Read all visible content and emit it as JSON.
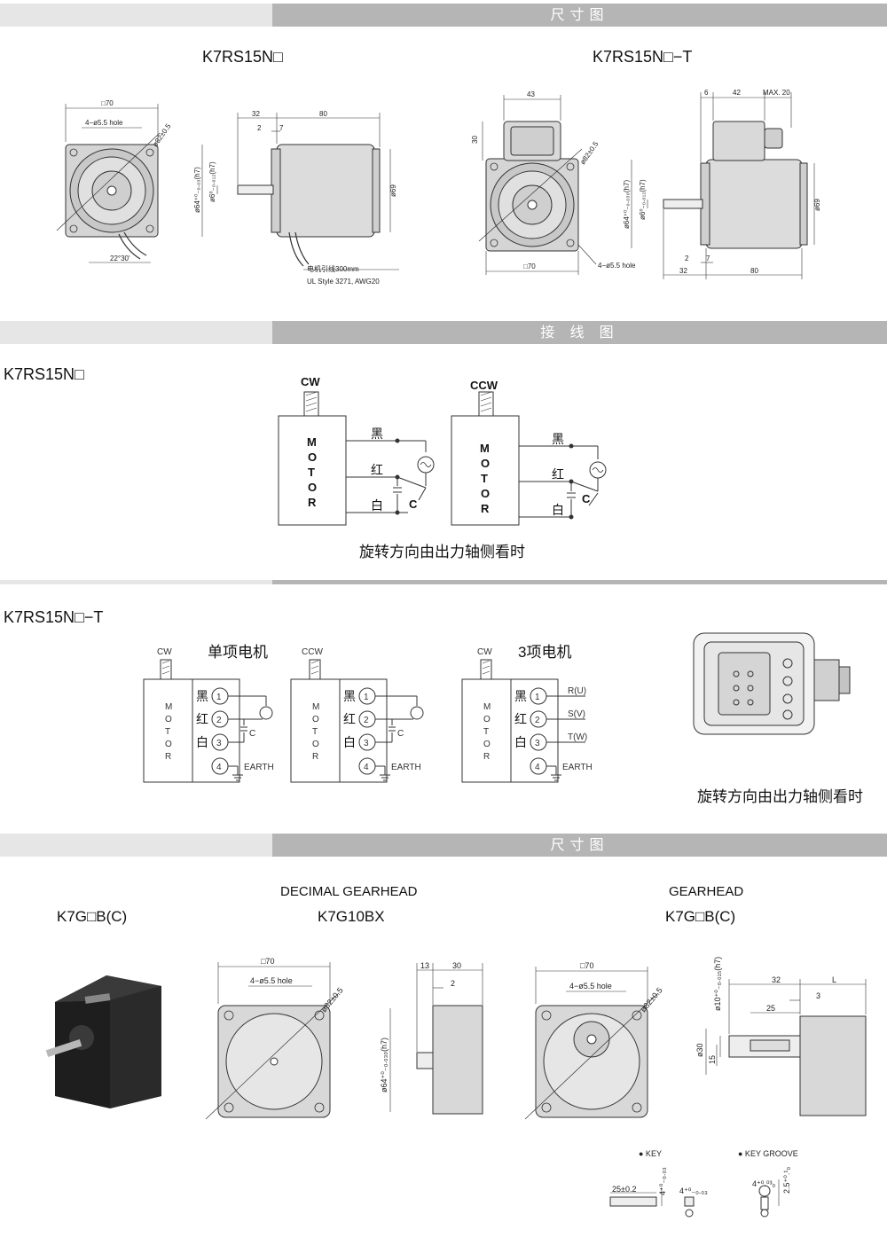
{
  "bands": {
    "dimensions_1": "尺寸图",
    "wiring": "接 线 图",
    "dimensions_2": "尺寸图"
  },
  "motor_dims": {
    "model_a": "K7RS15N□",
    "model_b": "K7RS15N□−T",
    "lbl_sq70": "□70",
    "lbl_hole": "4−ø5.5 hole",
    "lbl_d82": "ø82±0.5",
    "lbl_32": "32",
    "lbl_80": "80",
    "lbl_2": "2",
    "lbl_7": "7",
    "lbl_d64": "ø64⁺⁰₋₀.₀₃(h7)",
    "lbl_d6": "ø6⁰₋₀.₀₁₂(h7)",
    "lbl_d69": "ø69",
    "lbl_angle": "22°30'",
    "lead_cn": "电机引线300mm",
    "lead_ul": "UL Style 3271, AWG20",
    "lbl_43": "43",
    "lbl_30": "30",
    "lbl_6": "6",
    "lbl_42": "42",
    "lbl_max20": "MAX. 20",
    "lbl_d64b": "ø64⁺⁰₋₀.₀₃₀(h7)",
    "lbl_d6b": "ø6⁰₋₀.₀₁₂(h7)"
  },
  "wiring_a": {
    "model": "K7RS15N□",
    "cw": "CW",
    "ccw": "CCW",
    "motor_letters": [
      "M",
      "O",
      "T",
      "O",
      "R"
    ],
    "black": "黑",
    "red": "红",
    "white": "白",
    "cap": "C",
    "note": "旋转方向由出力轴侧看时"
  },
  "wiring_b": {
    "model": "K7RS15N□−T",
    "cw": "CW",
    "ccw": "CCW",
    "single_phase": "单项电机",
    "three_phase": "3项电机",
    "motor_letters": [
      "M",
      "O",
      "T",
      "O",
      "R"
    ],
    "black": "黑",
    "red": "红",
    "white": "白",
    "cap": "C",
    "earth": "EARTH",
    "terms": [
      "1",
      "2",
      "3",
      "4"
    ],
    "r": "R(U)",
    "s": "S(V)",
    "t": "T(W)",
    "note": "旋转方向由出力轴侧看时"
  },
  "gear_dims": {
    "model_a": "K7G□B(C)",
    "decimal_title": "DECIMAL GEARHEAD",
    "decimal_model": "K7G10BX",
    "gear_title": "GEARHEAD",
    "gear_model": "K7G□B(C)",
    "lbl_sq70": "□70",
    "lbl_hole": "4−ø5.5 hole",
    "lbl_d82": "ø82±0.5",
    "lbl_13": "13",
    "lbl_30": "30",
    "lbl_2": "2",
    "lbl_d64": "ø64⁺⁰₋₀.₀₃₀(h7)",
    "lbl_d10": "ø10⁺⁰₋₀.₀₁₅(h7)",
    "lbl_32": "32",
    "lbl_L": "L",
    "lbl_25": "25",
    "lbl_3": "3",
    "lbl_d30": "ø30",
    "lbl_15": "15",
    "key": "● KEY",
    "key_groove": "● KEY  GROOVE",
    "lbl_25_02": "25±0.2",
    "lbl_4a": "4⁺⁰₋₀.₀₃",
    "lbl_4b": "4⁺⁰₋₀.₀₃",
    "lbl_4c": "4⁺⁰.⁰³₀",
    "lbl_25_01": "2.5⁺⁰.¹₀"
  },
  "colors": {
    "band_light": "#e6e6e6",
    "band_dark": "#b5b5b5",
    "line": "#333333",
    "motor_body": "#dcdcdc"
  }
}
